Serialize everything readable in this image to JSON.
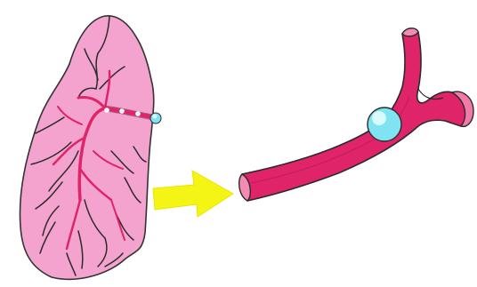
{
  "figure": {
    "icons": {
      "lung": "lung-illustration",
      "arrow": "right-arrow-icon",
      "vessel": "blood-vessel-illustration",
      "clot": "embolus-clot"
    },
    "colors": {
      "background": "#ffffff",
      "lung_fill": "#f4a3cf",
      "lung_outline": "#333333",
      "vein_lines": "#2b2b2b",
      "vessel_fill": "#e0246a",
      "vessel_outline": "#2b2b2b",
      "clot_fill": "#7fe3f2",
      "clot_highlight": "#d8fbff",
      "arrow_fill": "#f5f515"
    }
  }
}
